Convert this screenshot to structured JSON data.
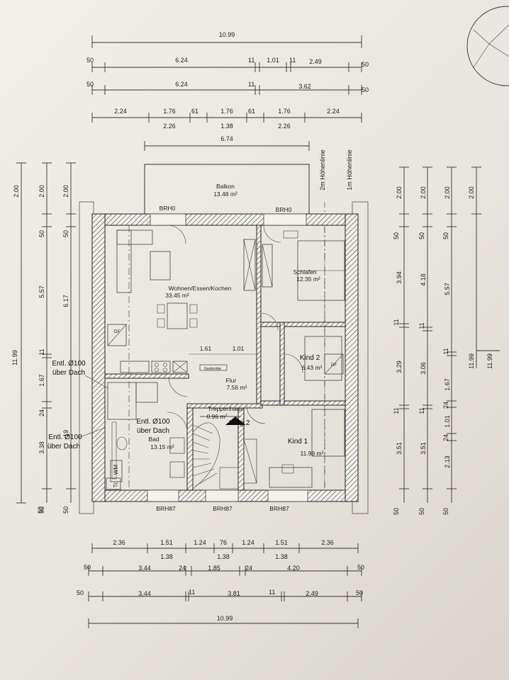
{
  "dims_top": {
    "overall": "10.99",
    "row2": [
      "50",
      "6.24",
      "11",
      "1.01",
      "11",
      "2.49",
      "50"
    ],
    "row3": [
      "50",
      "6.24",
      "11",
      "3.62",
      "50"
    ],
    "row4": [
      "2.24",
      "1.76",
      "61",
      "1.76",
      "61",
      "1.76",
      "2.24"
    ],
    "row4b": [
      "2.26",
      "1.38",
      "2.26"
    ],
    "balcony": "6.74"
  },
  "dims_bottom": {
    "row1": [
      "2.36",
      "1.51",
      "1.24",
      "76",
      "1.24",
      "1.51",
      "2.36"
    ],
    "row1b": [
      "1.38",
      "1.38",
      "1.38"
    ],
    "row2": [
      "50",
      "3.44",
      "24",
      "1.85",
      "24",
      "4.20",
      "50"
    ],
    "row3": [
      "50",
      "3.44",
      "11",
      "3.81",
      "11",
      "2.49",
      "50"
    ],
    "overall": "10.99"
  },
  "dims_left": {
    "col1": [
      "2.00",
      "11.99",
      "50"
    ],
    "col2": [
      "2.00",
      "50",
      "5.57",
      "11",
      "1.67",
      "24",
      "3.38",
      "50"
    ],
    "col3": [
      "2.00",
      "50",
      "6.17",
      "19",
      "50"
    ]
  },
  "dims_right": {
    "col1": [
      "2.00",
      "50",
      "3.94",
      "11",
      "3.29",
      "11",
      "3.51",
      "50"
    ],
    "col2": [
      "2.00",
      "50",
      "4.18",
      "11",
      "3.06",
      "11",
      "3.51",
      "50"
    ],
    "col3": [
      "2.00",
      "50",
      "5.57",
      "11",
      "1.67",
      "24",
      "1.01",
      "24",
      "2.13",
      "50"
    ],
    "col4": [
      "2.00",
      "11.99"
    ],
    "height_lines": [
      "2m Höhenlinie",
      "1m Höhenlinie"
    ]
  },
  "rooms": {
    "balkon": {
      "name": "Balkon",
      "area": "13.48 m²"
    },
    "wohnen": {
      "name": "Wohnen/Essen/Kochen",
      "area": "33.45 m²"
    },
    "schlafen": {
      "name": "Schlafen",
      "area": "12.35 m²"
    },
    "kind2": {
      "name": "Kind 2",
      "area": "6.43 m²"
    },
    "flur": {
      "name": "Flur",
      "area": "7.56 m²"
    },
    "treppenhaus": {
      "name": "Treppenhaus",
      "area": "0.96 m²"
    },
    "whg": "Whg.2",
    "bad": {
      "name": "Bad",
      "area": "13.15 m²"
    },
    "kind1": {
      "name": "Kind 1",
      "area": "11.99 m²"
    }
  },
  "labels": {
    "brh0_left": "BRH0",
    "brh0_right": "BRH0",
    "brh87_1": "BRH87",
    "brh87_2": "BRH87",
    "brh87_3": "BRH87",
    "entl1_line1": "Entl. Ø100",
    "entl1_line2": "über Dach",
    "entl2_line1": "Entl. Ø100",
    "entl2_line2": "über Dach",
    "entl3_line1": "Entl. Ø100",
    "entl3_line2": "über Dach",
    "df1": "DF",
    "df2": "DF",
    "wm": "WM",
    "tr": "Tr.",
    "inner_161": "1.61",
    "inner_101": "1.01",
    "garderobe": "Garderobe"
  }
}
